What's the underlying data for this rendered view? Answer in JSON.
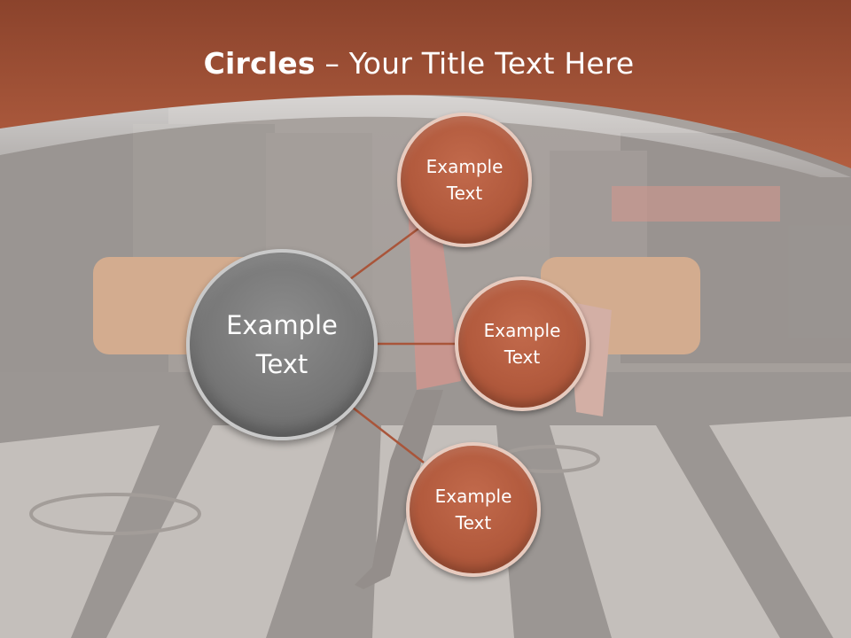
{
  "title": {
    "bold_part": "Circles",
    "rest_part": " – Your Title Text Here"
  },
  "center_circle": {
    "line1": "Example",
    "line2": "Text"
  },
  "satellites": [
    {
      "line1": "Example",
      "line2": "Text"
    },
    {
      "line1": "Example",
      "line2": "Text"
    },
    {
      "line1": "Example",
      "line2": "Text"
    }
  ],
  "colors": {
    "header": "#a9553a",
    "satellite_fill": "#b25a3d",
    "center_fill": "#777777",
    "connector": "#a9553a"
  }
}
